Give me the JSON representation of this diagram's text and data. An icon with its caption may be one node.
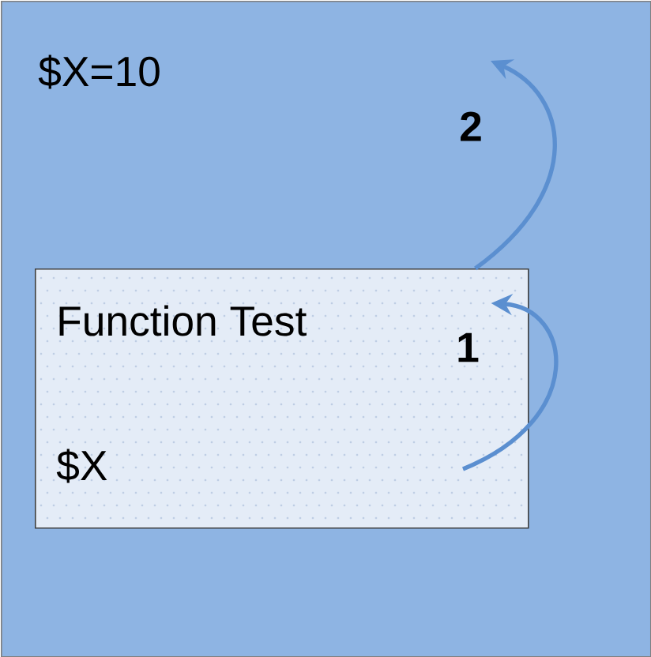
{
  "diagram": {
    "nodes": [
      {
        "text": [
          "$X=10"
        ]
      },
      {
        "text": [
          "Function Test"
        ],
        "in": 0
      },
      {
        "text": [
          "$X"
        ],
        "in": 1
      }
    ],
    "edges": [
      {
        "from": null,
        "to": 1,
        "arrow": "to",
        "label": "1"
      },
      {
        "from": 1,
        "to": 0,
        "arrow": "to",
        "label": "2"
      }
    ]
  }
}
